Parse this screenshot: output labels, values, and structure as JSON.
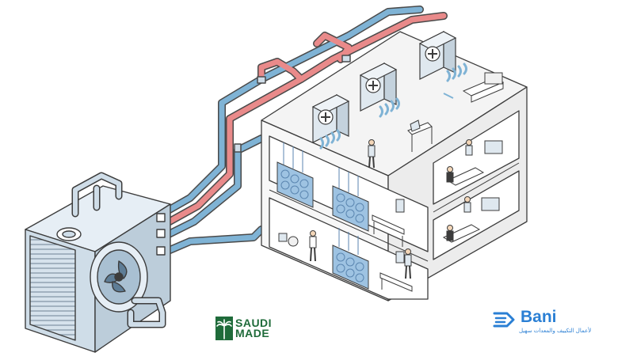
{
  "logos": {
    "saudi_made": {
      "line1": "SAUDI",
      "line2": "MADE",
      "color": "#1f6b3a"
    },
    "bani": {
      "name": "Bani",
      "tagline_ar": "لأعمال التكييف والمعدات سهيل",
      "color": "#2a7fd4"
    }
  },
  "colors": {
    "supply_pipe": "#e98a8a",
    "return_pipe": "#7fb3d5",
    "unit_body": "#cfdde8",
    "building_line": "#3c3c3c",
    "radiator": "#9ec3e2"
  }
}
